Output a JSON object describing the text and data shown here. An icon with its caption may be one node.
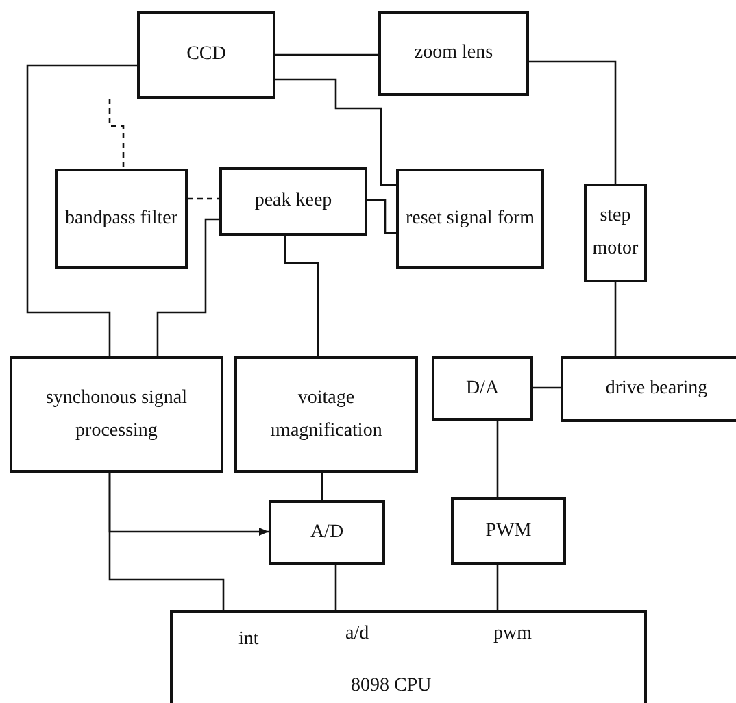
{
  "diagram": {
    "nodes": [
      {
        "text": [
          "CCD"
        ]
      },
      {
        "text": [
          "zoom lens"
        ]
      },
      {
        "text": [
          "bandpass filter"
        ]
      },
      {
        "text": [
          "peak keep"
        ]
      },
      {
        "text": [
          "reset signal form"
        ]
      },
      {
        "text": [
          "step motor"
        ]
      },
      {
        "text": [
          "synchonous signal processing"
        ]
      },
      {
        "text": [
          "voitage ımagnification"
        ]
      },
      {
        "text": [
          "D/A"
        ]
      },
      {
        "text": [
          "drive bearing"
        ]
      },
      {
        "text": [
          "A/D"
        ]
      },
      {
        "text": [
          "PWM"
        ]
      },
      {
        "text": [
          "int",
          "a/d",
          "pwm",
          "8098 CPU"
        ]
      }
    ],
    "edges": [
      {
        "from": 0,
        "to": 1,
        "arrow": "none"
      },
      {
        "from": 0,
        "to": 6,
        "arrow": "none"
      },
      {
        "from": 0,
        "to": 2,
        "arrow": "none",
        "style": "dashed"
      },
      {
        "from": 2,
        "to": 3,
        "arrow": "none",
        "style": "dashed"
      },
      {
        "from": 3,
        "to": 6,
        "arrow": "none"
      },
      {
        "from": 0,
        "to": 4,
        "arrow": "none"
      },
      {
        "from": 3,
        "to": 4,
        "arrow": "none"
      },
      {
        "from": 3,
        "to": 7,
        "arrow": "none"
      },
      {
        "from": 1,
        "to": 5,
        "arrow": "none"
      },
      {
        "from": 5,
        "to": 9,
        "arrow": "none"
      },
      {
        "from": 8,
        "to": 9,
        "arrow": "none"
      },
      {
        "from": 8,
        "to": 11,
        "arrow": "none"
      },
      {
        "from": 6,
        "to": 10,
        "arrow": "to"
      },
      {
        "from": 6,
        "to": 12,
        "arrow": "none"
      },
      {
        "from": 7,
        "to": 10,
        "arrow": "none"
      },
      {
        "from": 10,
        "to": 12,
        "arrow": "none"
      },
      {
        "from": 11,
        "to": 12,
        "arrow": "none"
      }
    ]
  }
}
